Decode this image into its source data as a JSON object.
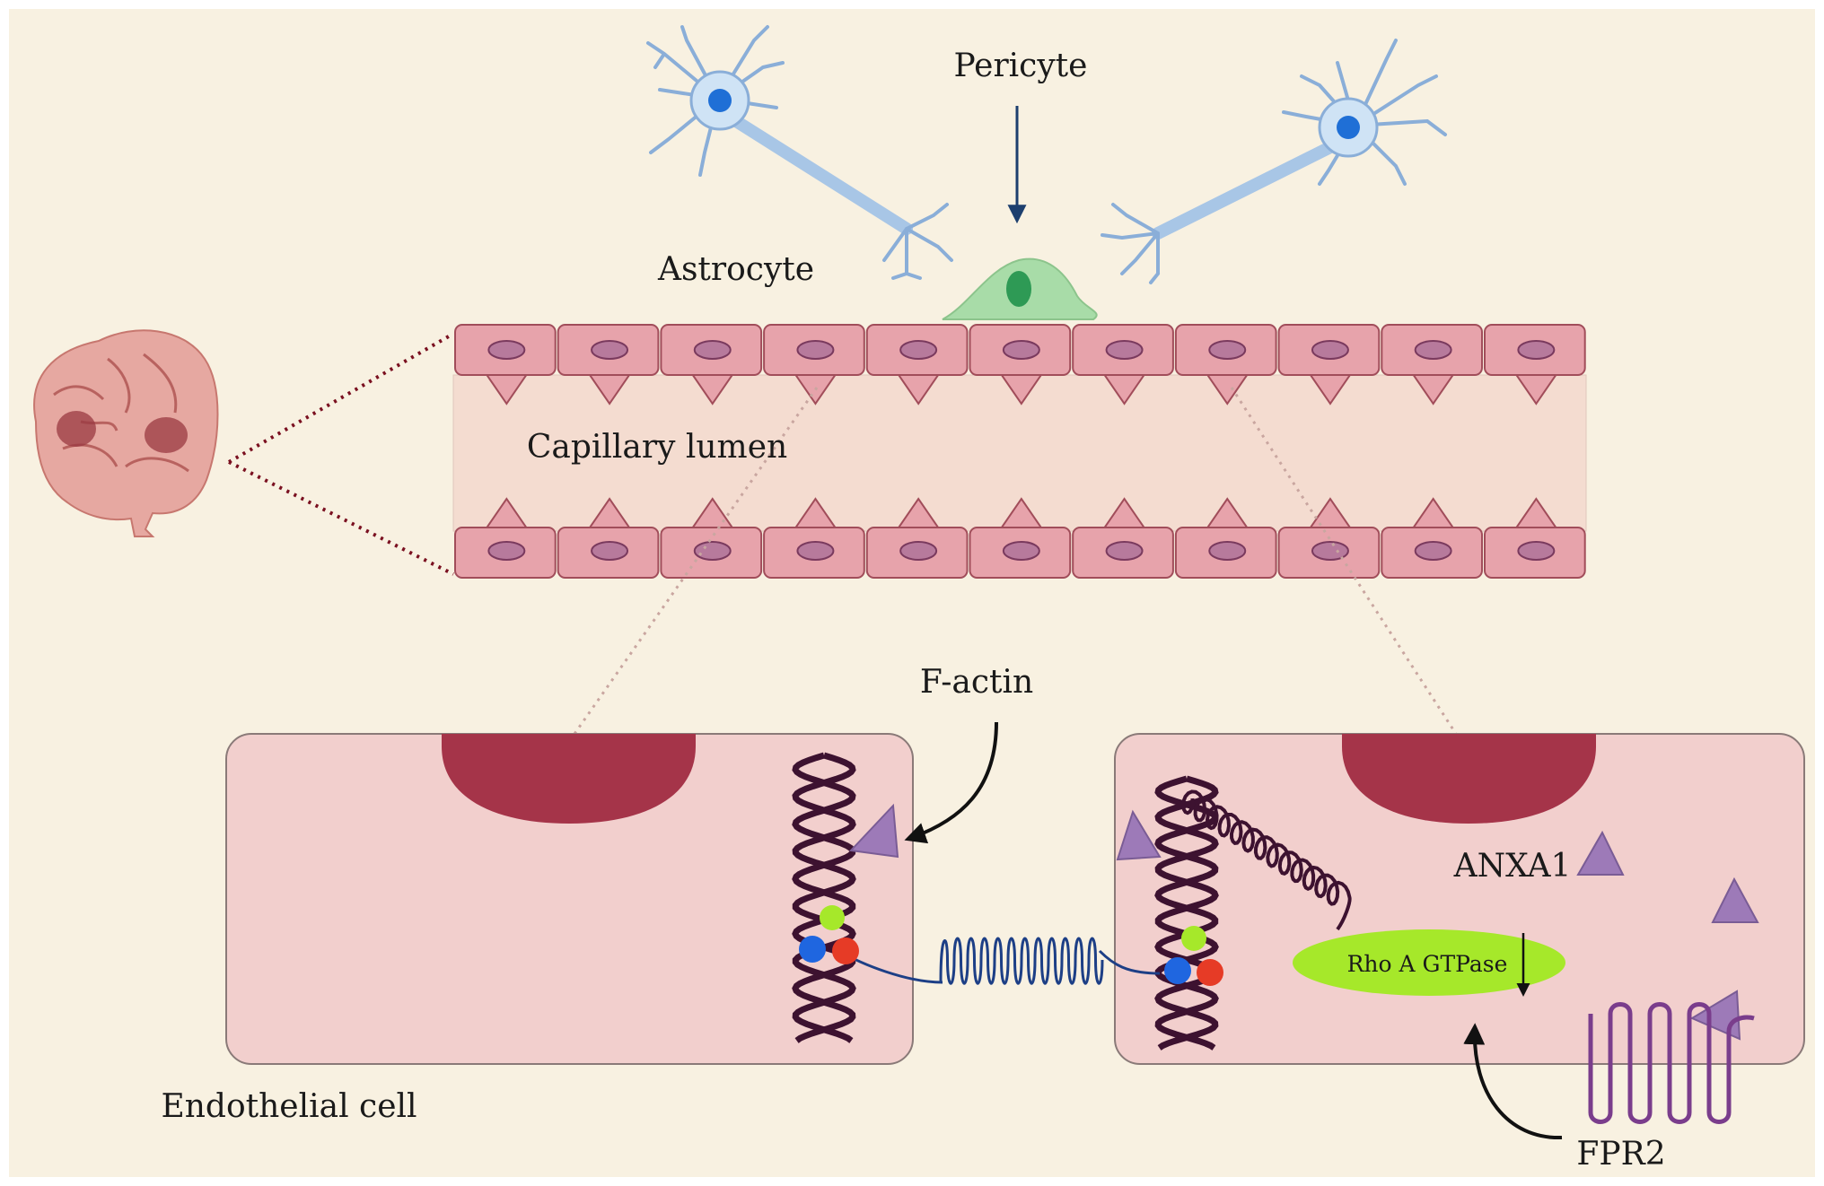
{
  "labels": {
    "pericyte": "Pericyte",
    "astrocyte": "Astrocyte",
    "capillary_lumen": "Capillary lumen",
    "f_actin": "F-actin",
    "anxa1": "ANXA1",
    "rho_a": "Rho A GTPase",
    "endothelial_cell": "Endothelial cell",
    "fpr2": "FPR2"
  },
  "colors": {
    "background": "#f8f1e1",
    "endothelial_cell": "#e7a3ab",
    "lumen": "#f4dcd0",
    "cell_body": "#f2cfcd",
    "nucleus_dark": "#a53449",
    "pericyte": "#a8dca8",
    "astrocyte": "#cfe3f5",
    "astrocyte_nucleus": "#1f6fd6",
    "f_actin": "#3d1230",
    "anxa1": "#9d7ab8",
    "rho_a": "#a6e82a",
    "fpr2": "#7a3d8c",
    "junction": "#1d3f86",
    "brain": "#e3a39c"
  },
  "icons": [
    "brain-icon",
    "astrocyte-icon",
    "pericyte-icon",
    "f-actin-icon",
    "tight-junction-icon",
    "anxa1-icon",
    "fpr2-receptor-icon",
    "down-arrow-icon"
  ]
}
